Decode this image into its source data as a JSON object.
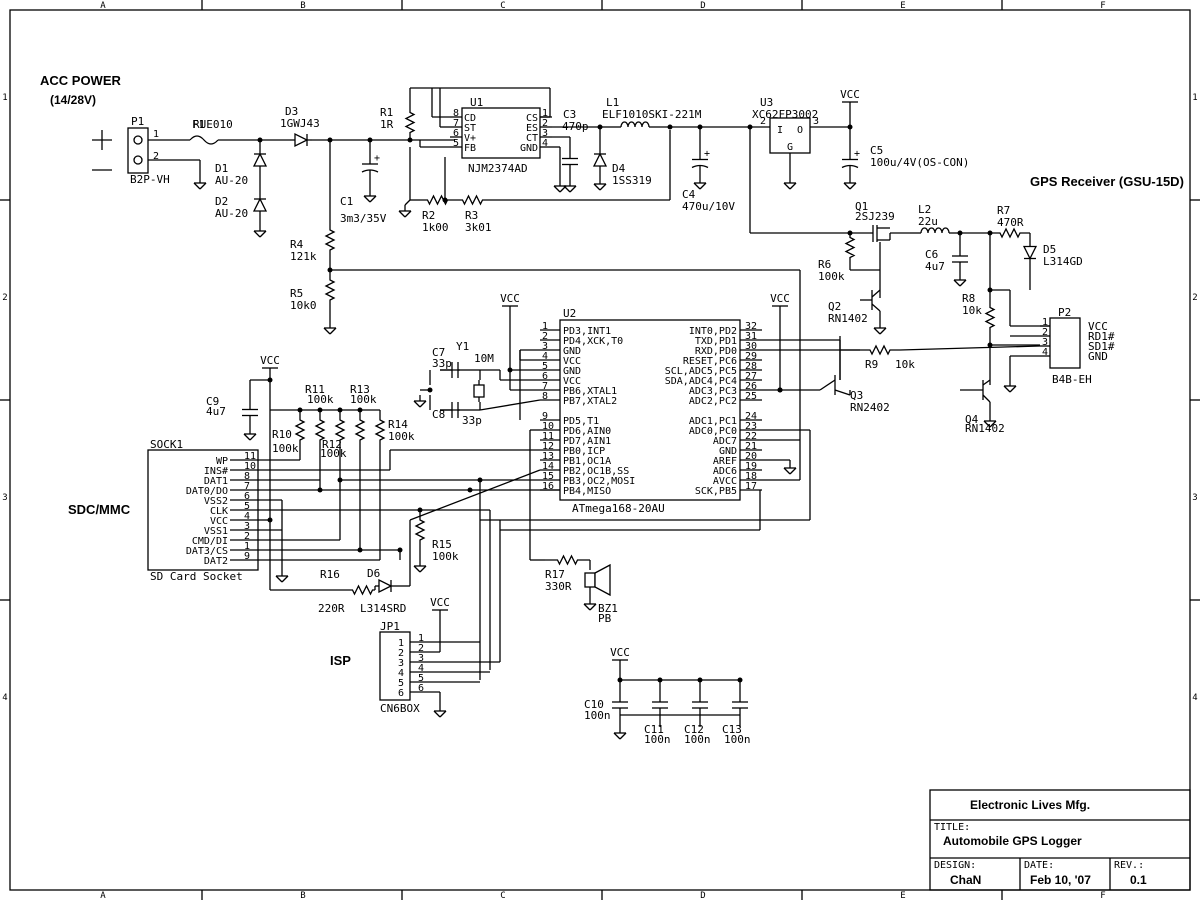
{
  "border": {
    "cols": [
      "A",
      "B",
      "C",
      "D",
      "E",
      "F"
    ],
    "rows": [
      "1",
      "2",
      "3",
      "4"
    ]
  },
  "sections": {
    "acc_power": "ACC POWER",
    "acc_voltage": "(14/28V)",
    "gps": "GPS Receiver (GSU-15D)",
    "sdc": "SDC/MMC",
    "isp": "ISP"
  },
  "power": "VCC",
  "components": {
    "P1": {
      "ref": "P1",
      "value": "B2P-VH",
      "pins": [
        "1",
        "2"
      ]
    },
    "F1": {
      "ref": "F1",
      "value": "RUE010"
    },
    "D1": {
      "ref": "D1",
      "value": "AU-20"
    },
    "D2": {
      "ref": "D2",
      "value": "AU-20"
    },
    "D3": {
      "ref": "D3",
      "value": "1GWJ43"
    },
    "C1": {
      "ref": "C1",
      "value": "3m3/35V"
    },
    "R1": {
      "ref": "R1",
      "value": "1R"
    },
    "R2": {
      "ref": "R2",
      "value": "1k00"
    },
    "R3": {
      "ref": "R3",
      "value": "3k01"
    },
    "R4": {
      "ref": "R4",
      "value": "121k"
    },
    "R5": {
      "ref": "R5",
      "value": "10k0"
    },
    "U1": {
      "ref": "U1",
      "value": "NJM2374AD",
      "left": [
        [
          "8",
          "CD"
        ],
        [
          "7",
          "ST"
        ],
        [
          "6",
          "V+"
        ],
        [
          "5",
          "FB"
        ]
      ],
      "right": [
        [
          "1",
          "CS"
        ],
        [
          "2",
          "ES"
        ],
        [
          "3",
          "CT"
        ],
        [
          "4",
          "GND"
        ]
      ]
    },
    "C3": {
      "ref": "C3",
      "value": "470p"
    },
    "L1": {
      "ref": "L1",
      "value": "ELF1010SKI-221M"
    },
    "D4": {
      "ref": "D4",
      "value": "1SS319"
    },
    "C4": {
      "ref": "C4",
      "value": "470u/10V"
    },
    "U3": {
      "ref": "U3",
      "value": "XC62FP3002",
      "pin_in": "2",
      "pin_out": "3",
      "lbl_i": "I",
      "lbl_o": "O",
      "lbl_g": "G"
    },
    "C5": {
      "ref": "C5",
      "value": "100u/4V(OS-CON)"
    },
    "Q1": {
      "ref": "Q1",
      "value": "2SJ239"
    },
    "L2": {
      "ref": "L2",
      "value": "22u"
    },
    "R7": {
      "ref": "R7",
      "value": "470R"
    },
    "D5": {
      "ref": "D5",
      "value": "L314GD"
    },
    "R6": {
      "ref": "R6",
      "value": "100k"
    },
    "C6": {
      "ref": "C6",
      "value": "4u7"
    },
    "Q2": {
      "ref": "Q2",
      "value": "RN1402"
    },
    "R8": {
      "ref": "R8",
      "value": "10k"
    },
    "P2": {
      "ref": "P2",
      "value": "B4B-EH",
      "pins": [
        "1",
        "2",
        "3",
        "4"
      ],
      "labels": [
        "VCC",
        "RD1#",
        "SD1#",
        "GND"
      ]
    },
    "R9": {
      "ref": "R9",
      "value": "10k"
    },
    "Q3": {
      "ref": "Q3",
      "value": "RN2402"
    },
    "Q4": {
      "ref": "Q4",
      "value": "RN1402"
    },
    "U2": {
      "ref": "U2",
      "value": "ATmega168-20AU",
      "left": [
        [
          "1",
          "PD3,INT1"
        ],
        [
          "2",
          "PD4,XCK,T0"
        ],
        [
          "3",
          "GND"
        ],
        [
          "4",
          "VCC"
        ],
        [
          "5",
          "GND"
        ],
        [
          "6",
          "VCC"
        ],
        [
          "7",
          "PB6,XTAL1"
        ],
        [
          "8",
          "PB7,XTAL2"
        ],
        [
          "9",
          "PD5,T1"
        ],
        [
          "10",
          "PD6,AIN0"
        ],
        [
          "11",
          "PD7,AIN1"
        ],
        [
          "12",
          "PB0,ICP"
        ],
        [
          "13",
          "PB1,OC1A"
        ],
        [
          "14",
          "PB2,OC1B,SS"
        ],
        [
          "15",
          "PB3,OC2,MOSI"
        ],
        [
          "16",
          "PB4,MISO"
        ]
      ],
      "right": [
        [
          "32",
          "INT0,PD2"
        ],
        [
          "31",
          "TXD,PD1"
        ],
        [
          "30",
          "RXD,PD0"
        ],
        [
          "29",
          "RESET,PC6"
        ],
        [
          "28",
          "SCL,ADC5,PC5"
        ],
        [
          "27",
          "SDA,ADC4,PC4"
        ],
        [
          "26",
          "ADC3,PC3"
        ],
        [
          "25",
          "ADC2,PC2"
        ],
        [
          "24",
          "ADC1,PC1"
        ],
        [
          "23",
          "ADC0,PC0"
        ],
        [
          "22",
          "ADC7"
        ],
        [
          "21",
          "GND"
        ],
        [
          "20",
          "AREF"
        ],
        [
          "19",
          "ADC6"
        ],
        [
          "18",
          "AVCC"
        ],
        [
          "17",
          "SCK,PB5"
        ]
      ]
    },
    "C7": {
      "ref": "C7",
      "value": "33p"
    },
    "C8": {
      "ref": "C8",
      "value": "33p"
    },
    "Y1": {
      "ref": "Y1",
      "value": "10M"
    },
    "C9": {
      "ref": "C9",
      "value": "4u7"
    },
    "R10": {
      "ref": "R10",
      "value": "100k"
    },
    "R11": {
      "ref": "R11",
      "value": "100k"
    },
    "R12": {
      "ref": "R12",
      "value": "100k"
    },
    "R13": {
      "ref": "R13",
      "value": "100k"
    },
    "R14": {
      "ref": "R14",
      "value": "100k"
    },
    "R15": {
      "ref": "R15",
      "value": "100k"
    },
    "R16": {
      "ref": "R16",
      "value": "220R"
    },
    "D6": {
      "ref": "D6",
      "value": "L314SRD"
    },
    "R17": {
      "ref": "R17",
      "value": "330R"
    },
    "BZ1": {
      "ref": "BZ1",
      "value": "PB"
    },
    "SOCK1": {
      "ref": "SOCK1",
      "value": "SD Card Socket",
      "pins": [
        [
          "WP",
          "11"
        ],
        [
          "INS#",
          "10"
        ],
        [
          "DAT1",
          "8"
        ],
        [
          "DAT0/DO",
          "7"
        ],
        [
          "VSS2",
          "6"
        ],
        [
          "CLK",
          "5"
        ],
        [
          "VCC",
          "4"
        ],
        [
          "VSS1",
          "3"
        ],
        [
          "CMD/DI",
          "2"
        ],
        [
          "DAT3/CS",
          "1"
        ],
        [
          "DAT2",
          "9"
        ]
      ]
    },
    "JP1": {
      "ref": "JP1",
      "value": "CN6BOX",
      "pins": [
        "1",
        "2",
        "3",
        "4",
        "5",
        "6"
      ]
    },
    "C10": {
      "ref": "C10",
      "value": "100n"
    },
    "C11": {
      "ref": "C11",
      "value": "100n"
    },
    "C12": {
      "ref": "C12",
      "value": "100n"
    },
    "C13": {
      "ref": "C13",
      "value": "100n"
    }
  },
  "title_block": {
    "company": "Electronic Lives Mfg.",
    "title_label": "TITLE:",
    "title": "Automobile GPS Logger",
    "design_label": "DESIGN:",
    "designer": "ChaN",
    "date_label": "DATE:",
    "date": "Feb 10, '07",
    "rev_label": "REV.:",
    "rev": "0.1"
  }
}
